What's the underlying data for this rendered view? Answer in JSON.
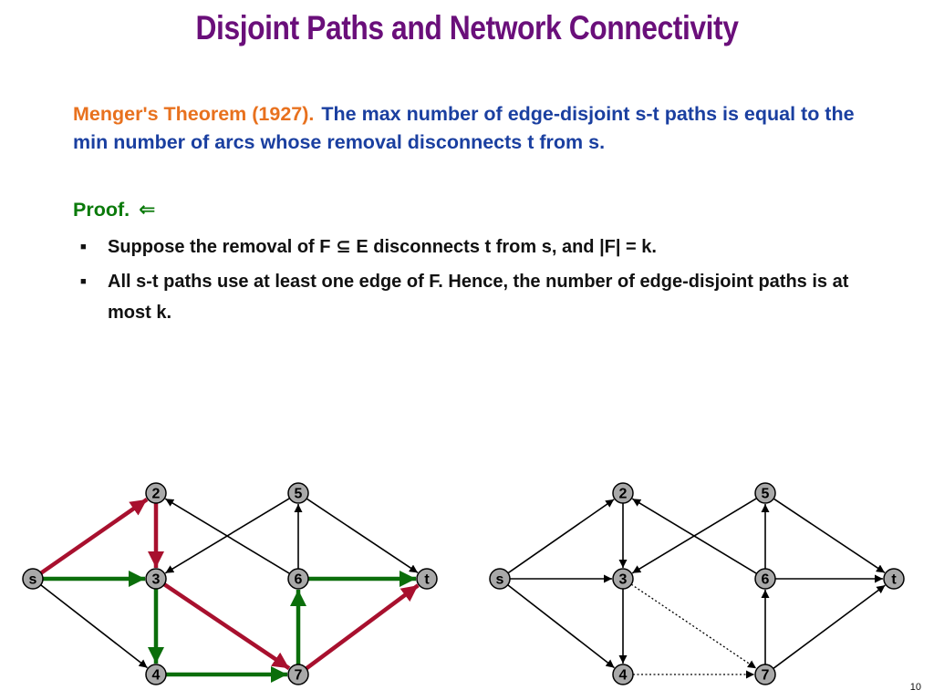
{
  "slide": {
    "title": "Disjoint Paths and Network Connectivity",
    "theorem_label": "Menger's Theorem (1927).",
    "theorem_text": "The max number of edge-disjoint s-t paths is equal to the min number of arcs whose removal disconnects t from s.",
    "proof_label": "Proof.",
    "proof_symbol": "⇐",
    "bullets": [
      "Suppose the removal of F ⊆ E disconnects t from s, and |F| = k.",
      "All s-t paths use at least one edge of F. Hence, the number of edge-disjoint paths is at most k."
    ],
    "page_number": "10"
  },
  "colors": {
    "title": "#6a0f7a",
    "theorem_label": "#e8711e",
    "theorem_text": "#1a3fa0",
    "proof": "#0b7a0b",
    "red_path": "#a8102e",
    "green_path": "#0b6e0b",
    "node_fill": "#a9a9a9"
  },
  "graphs": [
    {
      "id": "left",
      "nodes": [
        "s",
        "2",
        "3",
        "4",
        "5",
        "6",
        "7",
        "t"
      ],
      "edges": [
        {
          "from": "s",
          "to": "2",
          "style": "red"
        },
        {
          "from": "2",
          "to": "3",
          "style": "red"
        },
        {
          "from": "3",
          "to": "7",
          "style": "red"
        },
        {
          "from": "7",
          "to": "t",
          "style": "red"
        },
        {
          "from": "s",
          "to": "3",
          "style": "green"
        },
        {
          "from": "3",
          "to": "4",
          "style": "green"
        },
        {
          "from": "4",
          "to": "7",
          "style": "green"
        },
        {
          "from": "7",
          "to": "6",
          "style": "green"
        },
        {
          "from": "6",
          "to": "t",
          "style": "green"
        },
        {
          "from": "s",
          "to": "4",
          "style": "plain"
        },
        {
          "from": "6",
          "to": "2",
          "style": "plain"
        },
        {
          "from": "5",
          "to": "3",
          "style": "plain"
        },
        {
          "from": "6",
          "to": "5",
          "style": "plain"
        },
        {
          "from": "5",
          "to": "t",
          "style": "plain"
        }
      ]
    },
    {
      "id": "right",
      "nodes": [
        "s",
        "2",
        "3",
        "4",
        "5",
        "6",
        "7",
        "t"
      ],
      "edges": [
        {
          "from": "s",
          "to": "2",
          "style": "plain"
        },
        {
          "from": "2",
          "to": "3",
          "style": "plain"
        },
        {
          "from": "s",
          "to": "3",
          "style": "plain"
        },
        {
          "from": "s",
          "to": "4",
          "style": "plain"
        },
        {
          "from": "3",
          "to": "4",
          "style": "plain"
        },
        {
          "from": "6",
          "to": "2",
          "style": "plain"
        },
        {
          "from": "5",
          "to": "3",
          "style": "plain"
        },
        {
          "from": "6",
          "to": "5",
          "style": "plain"
        },
        {
          "from": "5",
          "to": "t",
          "style": "plain"
        },
        {
          "from": "6",
          "to": "t",
          "style": "plain"
        },
        {
          "from": "7",
          "to": "6",
          "style": "plain"
        },
        {
          "from": "7",
          "to": "t",
          "style": "plain"
        },
        {
          "from": "3",
          "to": "7",
          "style": "dotted"
        },
        {
          "from": "4",
          "to": "7",
          "style": "dotted"
        }
      ]
    }
  ]
}
